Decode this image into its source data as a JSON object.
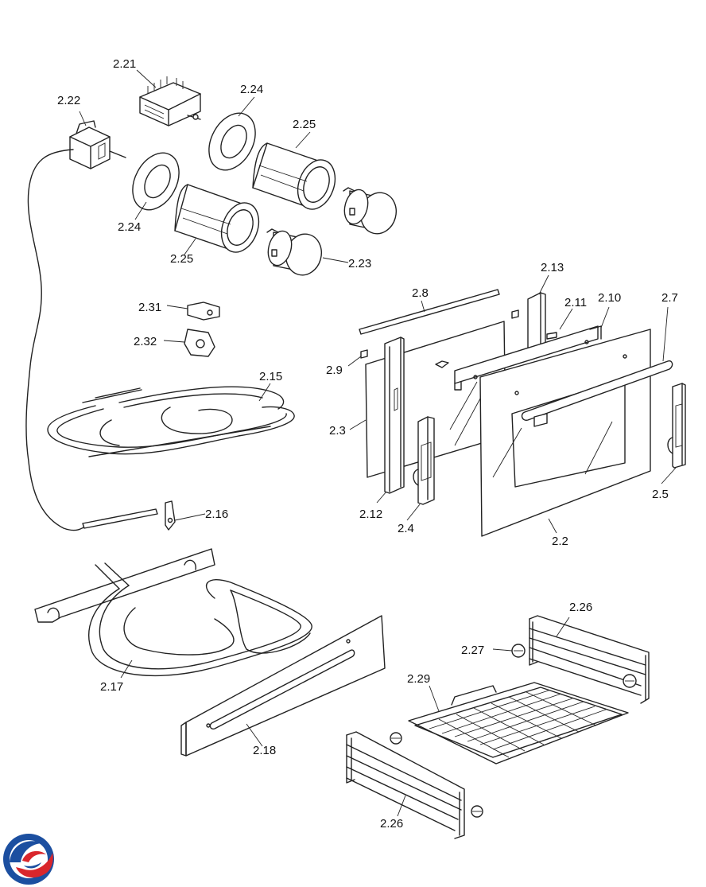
{
  "labels": {
    "p2_21": "2.21",
    "p2_22": "2.22",
    "p2_24a": "2.24",
    "p2_24b": "2.24",
    "p2_25a": "2.25",
    "p2_25b": "2.25",
    "p2_23": "2.23",
    "p2_31": "2.31",
    "p2_32": "2.32",
    "p2_15": "2.15",
    "p2_16": "2.16",
    "p2_8": "2.8",
    "p2_13": "2.13",
    "p2_11": "2.11",
    "p2_10": "2.10",
    "p2_7": "2.7",
    "p2_9": "2.9",
    "p2_3": "2.3",
    "p2_12": "2.12",
    "p2_4": "2.4",
    "p2_2": "2.2",
    "p2_5": "2.5",
    "p2_17": "2.17",
    "p2_18": "2.18",
    "p2_26a": "2.26",
    "p2_26b": "2.26",
    "p2_27": "2.27",
    "p2_29": "2.29"
  },
  "logo": {
    "colors": {
      "blue": "#1c4fa0",
      "red": "#d9262c"
    },
    "icon": "brand-logo"
  }
}
